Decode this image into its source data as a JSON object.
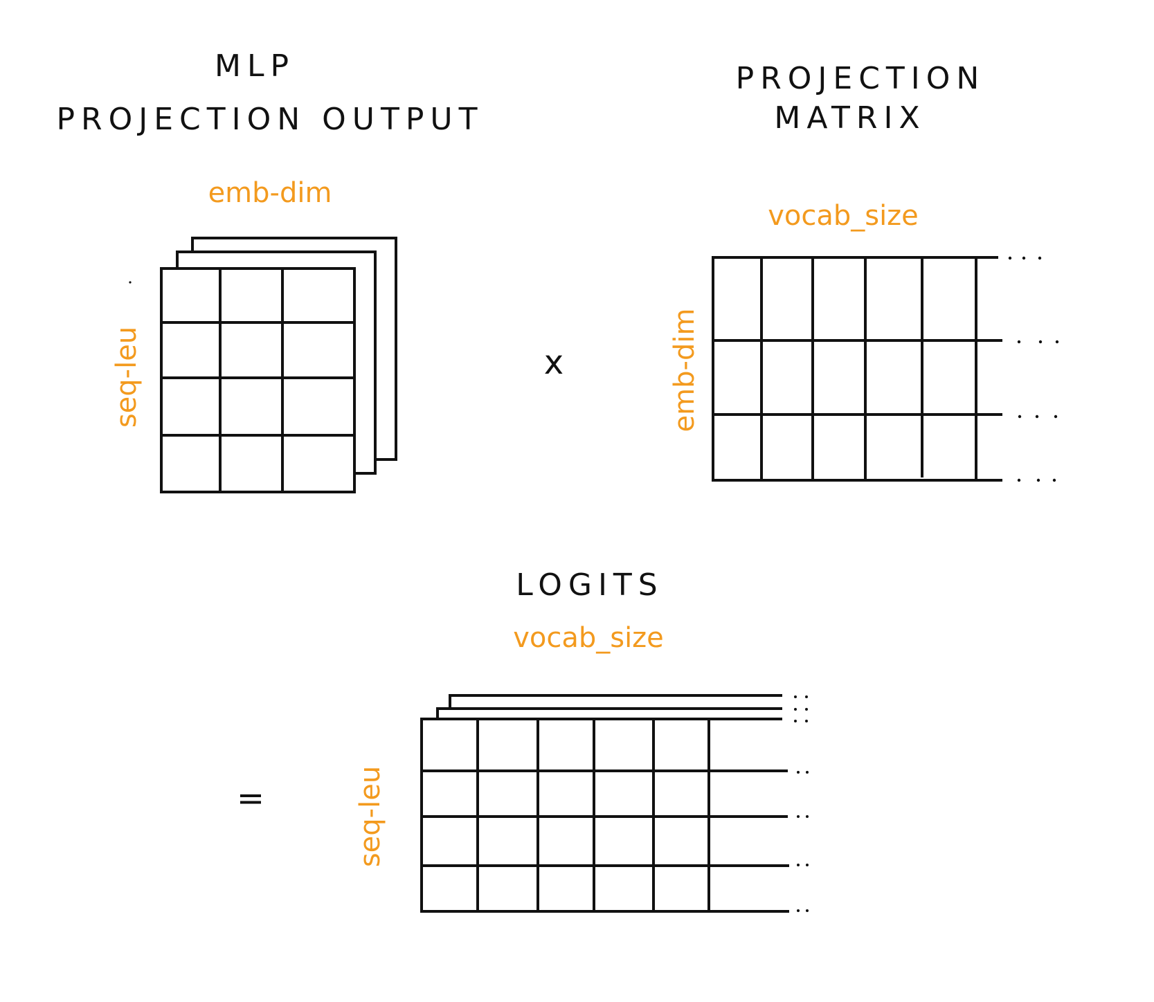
{
  "titles": {
    "mlp_line1": "MLP",
    "mlp_line2": "PROJECTION OUTPUT",
    "proj_line1": "PROJECTION",
    "proj_line2": "MATRIX",
    "logits": "LOGITS"
  },
  "labels": {
    "emb_dim": "emb-dim",
    "vocab_size": "vocab_size",
    "seq_len": "seq-leu"
  },
  "operators": {
    "multiply": "x",
    "equals": "="
  },
  "colors": {
    "ink": "#111111",
    "accent": "#f39a1e"
  }
}
